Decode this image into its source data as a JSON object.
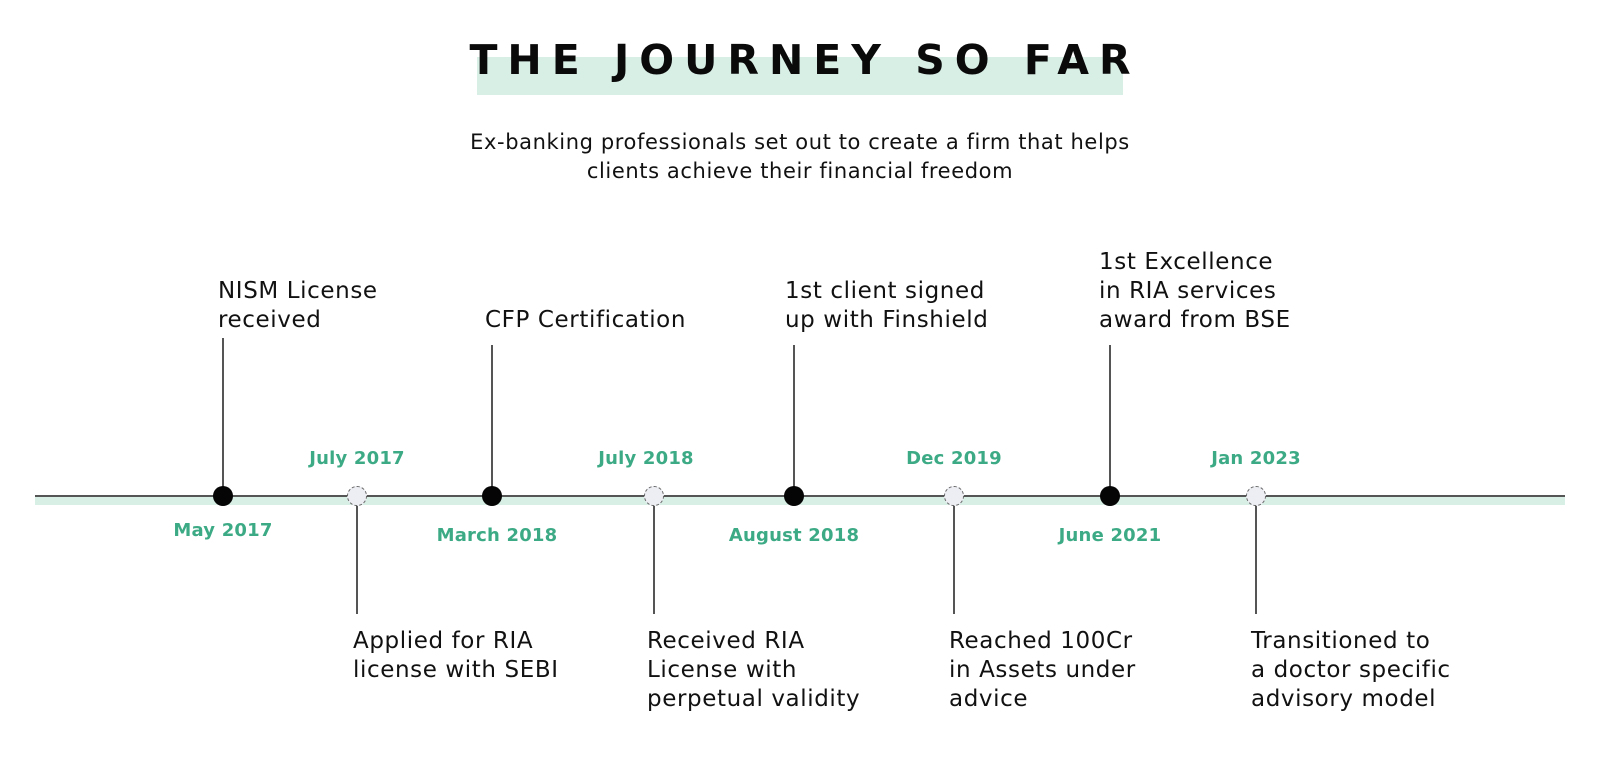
{
  "header": {
    "title": "THE JOURNEY SO FAR",
    "subtitle_lines": [
      "Ex-banking professionals set out to create a firm that helps",
      "clients achieve their financial freedom"
    ]
  },
  "colors": {
    "accent_green": "#3daa86",
    "highlight_mint": "#d8efe6",
    "milestone_filled": "#050505",
    "milestone_hollow": "#eceef3"
  },
  "milestones": [
    {
      "date": "May 2017",
      "label_lines": [
        "NISM License",
        "received"
      ],
      "marker": "filled",
      "side": "above"
    },
    {
      "date": "July 2017",
      "label_lines": [
        "Applied for RIA",
        "license with SEBI"
      ],
      "marker": "hollow",
      "side": "below"
    },
    {
      "date": "March 2018",
      "label_lines": [
        "CFP Certification"
      ],
      "marker": "filled",
      "side": "above"
    },
    {
      "date": "July 2018",
      "label_lines": [
        "Received RIA",
        "License with",
        "perpetual validity"
      ],
      "marker": "hollow",
      "side": "below"
    },
    {
      "date": "August 2018",
      "label_lines": [
        "1st client signed",
        "up with Finshield"
      ],
      "marker": "filled",
      "side": "above"
    },
    {
      "date": "Dec 2019",
      "label_lines": [
        "Reached 100Cr",
        "in Assets under",
        "advice"
      ],
      "marker": "hollow",
      "side": "below"
    },
    {
      "date": "June 2021",
      "label_lines": [
        "1st Excellence",
        "in RIA services",
        "award from BSE"
      ],
      "marker": "filled",
      "side": "above"
    },
    {
      "date": "Jan 2023",
      "label_lines": [
        "Transitioned to",
        "a doctor specific",
        "advisory model"
      ],
      "marker": "hollow",
      "side": "below"
    }
  ]
}
